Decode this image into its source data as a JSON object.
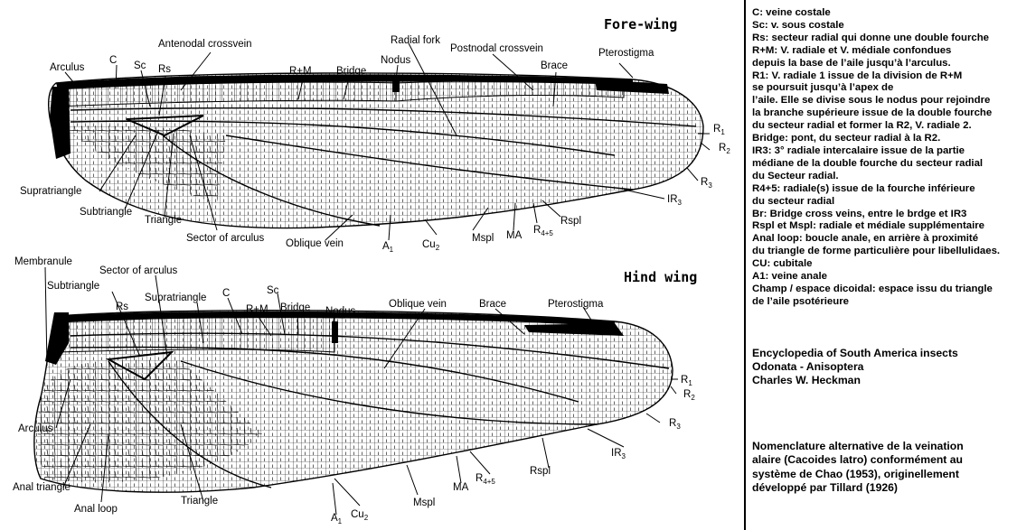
{
  "forewing": {
    "title": "Fore-wing",
    "labels": {
      "antenodal": "Antenodal crossvein",
      "radialfork": "Radial fork",
      "postnodal": "Postnodal crossvein",
      "pterostigma": "Pterostigma",
      "arculus": "Arculus",
      "c": "C",
      "sc": "Sc",
      "rs": "Rs",
      "rm": "R+M",
      "bridge": "Bridge",
      "nodus": "Nodus",
      "brace": "Brace",
      "r1": "R",
      "r2": "R",
      "r3": "R",
      "ir3": "IR",
      "supratriangle": "Supratriangle",
      "subtriangle": "Subtriangle",
      "triangle": "Triangle",
      "sectorarculus": "Sector of arculus",
      "obliquevein": "Oblique vein",
      "a1": "A",
      "cu2": "Cu",
      "mspl": "Mspl",
      "ma": "MA",
      "r45": "R",
      "rspl": "Rspl"
    }
  },
  "hindwing": {
    "title": "Hind wing",
    "labels": {
      "membranule": "Membranule",
      "sectorarculus": "Sector of arculus",
      "subtriangle": "Subtriangle",
      "supratriangle": "Supratriangle",
      "c": "C",
      "sc": "Sc",
      "rs": "Rs",
      "rm": "R+M",
      "bridge": "Bridge",
      "nodus": "Nodus",
      "obliquevein": "Oblique vein",
      "brace": "Brace",
      "pterostigma": "Pterostigma",
      "r1": "R",
      "r2": "R",
      "r3": "R",
      "ir3": "IR",
      "rspl": "Rspl",
      "r45": "R",
      "ma": "MA",
      "mspl": "Mspl",
      "a1": "A",
      "cu2": "Cu",
      "triangle": "Triangle",
      "analloop": "Anal loop",
      "analtriangle": "Anal triangle",
      "arculus": "Arculus"
    }
  },
  "subscripts": {
    "one": "1",
    "two": "2",
    "three": "3",
    "four_five": "4+5"
  },
  "legend": [
    "C: veine costale",
    "Sc: v. sous costale",
    "Rs: secteur radial qui donne une double fourche",
    "R+M: V. radiale et V. médiale confondues",
    "depuis la base de l’aile jusqu’à l’arculus.",
    "R1: V. radiale 1 issue de la division de R+M",
    "se poursuit jusqu’à l’apex de",
    "l’aile. Elle se divise sous le nodus pour rejoindre",
    "la  branche supérieure issue de la double fourche",
    "du secteur radial et former la R2, V. radiale 2.",
    "Bridge: pont, du secteur radial à la R2.",
    "IR3: 3° radiale intercalaire issue de la partie",
    "médiane de la double fourche du secteur radial",
    "du Secteur radial.",
    "R4+5: radiale(s) issue de la fourche inférieure",
    "du secteur radial",
    "Br: Bridge cross veins, entre le brdge et IR3",
    "Rspl et Mspl: radiale et médiale supplémentaire",
    "Anal loop: boucle anale, en arrière à proximité",
    "du triangle de forme particulière pour libellulidaes.",
    "CU: cubitale",
    "A1: veine anale",
    "Champ / espace dicoidal: espace issu du triangle",
    "de l’aile psotérieure"
  ],
  "source": [
    "Encyclopedia of South America insects",
    "Odonata - Anisoptera",
    "Charles W. Heckman"
  ],
  "note": [
    "Nomenclature alternative de la veination",
    "alaire (Cacoides latro) conformément au",
    "système de Chao (1953), originellement",
    "développé par Tillard (1926)"
  ]
}
